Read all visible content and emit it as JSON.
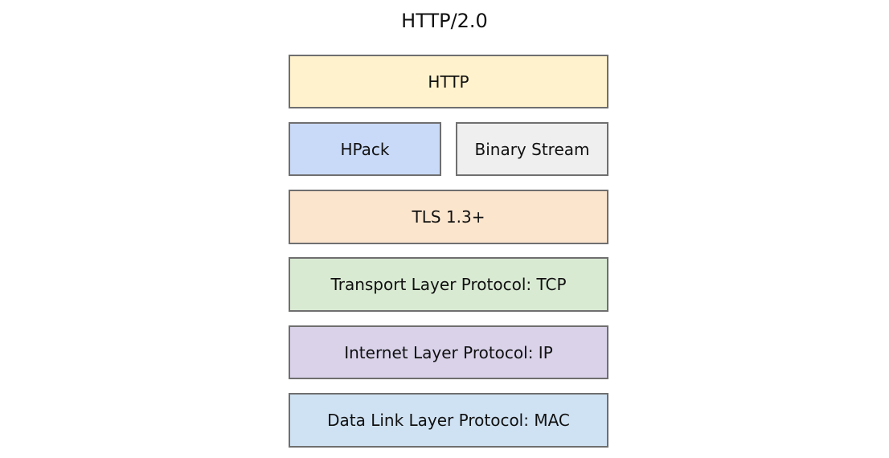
{
  "title": "HTTP/2.0",
  "layers": {
    "http": {
      "label": "HTTP",
      "color": "#fff2cc"
    },
    "hpack": {
      "label": "HPack",
      "color": "#c9daf8"
    },
    "binary_stream": {
      "label": "Binary Stream",
      "color": "#efefef"
    },
    "tls": {
      "label": "TLS 1.3+",
      "color": "#fce5cd"
    },
    "transport": {
      "label": "Transport Layer Protocol: TCP",
      "color": "#d9ead3"
    },
    "internet": {
      "label": "Internet Layer Protocol: IP",
      "color": "#d9d2e9"
    },
    "data_link": {
      "label": "Data Link Layer Protocol: MAC",
      "color": "#cfe2f3"
    }
  },
  "border_color": "#6f6f6f"
}
